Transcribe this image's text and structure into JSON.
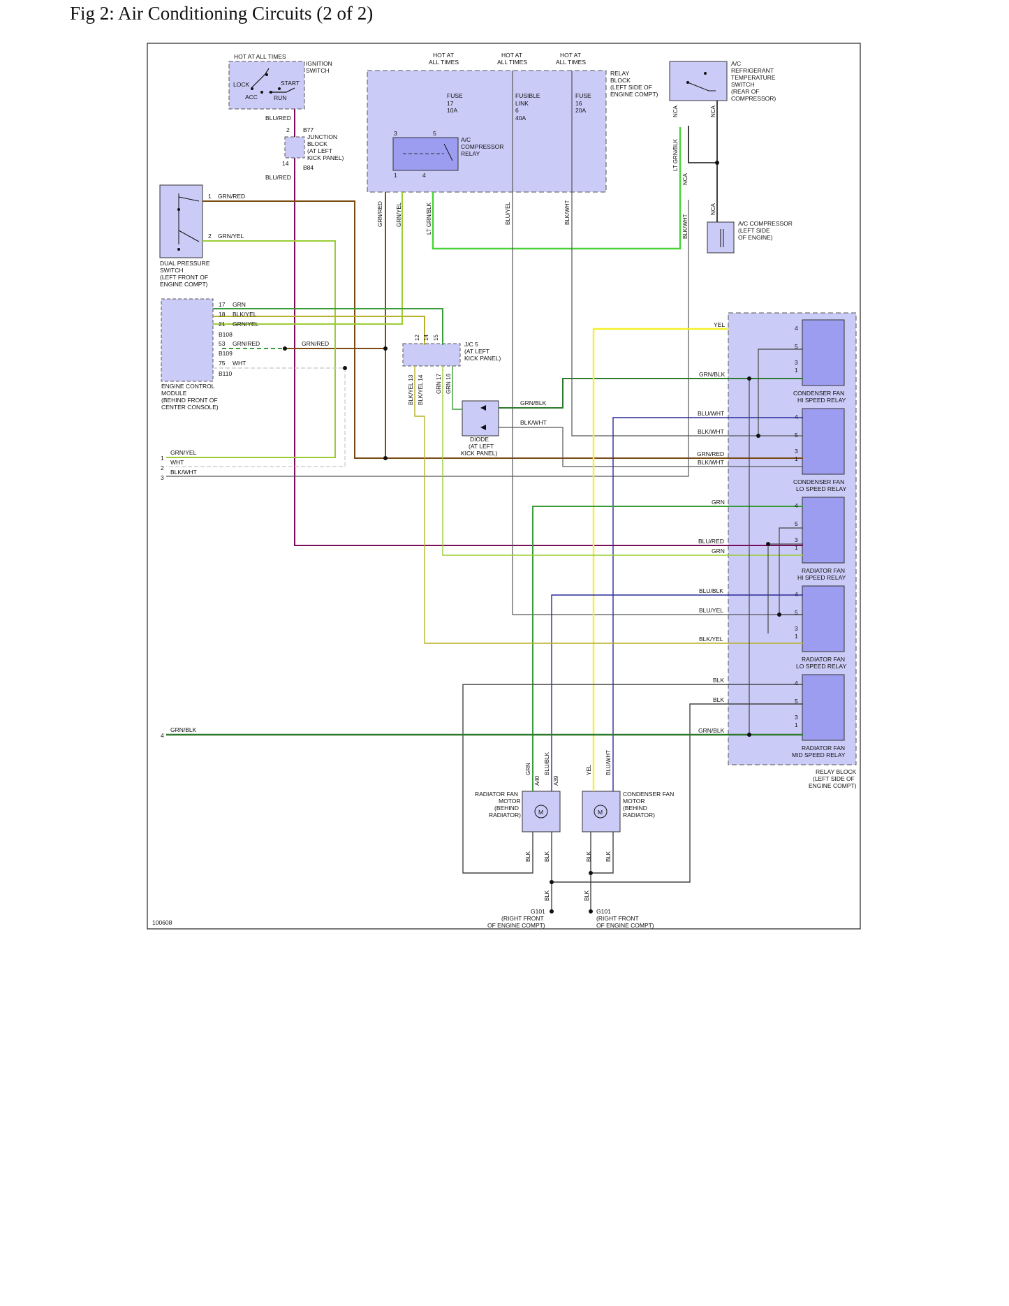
{
  "title": "Fig 2: Air Conditioning Circuits (2 of 2)",
  "figure_id": "100608",
  "power_labels": {
    "ign_hot": "HOT AT ALL TIMES",
    "hot_line1": "HOT AT",
    "hot_line2": "ALL TIMES"
  },
  "ignition_switch": {
    "title": [
      "IGNITION",
      "SWITCH"
    ],
    "positions": {
      "lock": "LOCK",
      "acc": "ACC",
      "run": "RUN",
      "start": "START"
    },
    "out_wire": "BLU/RED"
  },
  "junction_block": {
    "title": [
      "JUNCTION",
      "BLOCK",
      "(AT LEFT",
      "KICK PANEL)"
    ],
    "conn_in": "B77",
    "conn_out": "B84",
    "pin_in": "2",
    "pin_out": "14",
    "out_wire": "BLU/RED"
  },
  "relay_block_top": {
    "title": [
      "RELAY",
      "BLOCK",
      "(LEFT SIDE OF",
      "ENGINE COMPT)"
    ],
    "fuse17": [
      "FUSE",
      "17",
      "10A"
    ],
    "link6": [
      "FUSIBLE",
      "LINK",
      "6",
      "40A"
    ],
    "fuse16": [
      "FUSE",
      "16",
      "20A"
    ],
    "relay_title": [
      "A/C",
      "COMPRESSOR",
      "RELAY"
    ],
    "relay_pins": {
      "p3": "3",
      "p5": "5",
      "p1": "1",
      "p4": "4"
    }
  },
  "temp_switch": {
    "title": [
      "A/C",
      "REFRIGERANT",
      "TEMPERATURE",
      "SWITCH",
      "(REAR OF",
      "COMPRESSOR)"
    ],
    "nca": "NCA"
  },
  "compressor": {
    "title": [
      "A/C COMPRESSOR",
      "(LEFT SIDE",
      "OF ENGINE)"
    ]
  },
  "vertical_wires": {
    "grn_red": "GRN/RED",
    "grn_yel": "GRN/YEL",
    "lt_grn_blk": "LT GRN/BLK",
    "blu_yel": "BLU/YEL",
    "blk_wht": "BLK/WHT",
    "nca": "NCA"
  },
  "dual_switch": {
    "title": [
      "DUAL PRESSURE",
      "SWITCH",
      "(LEFT FRONT OF",
      "ENGINE COMPT)"
    ],
    "pins": [
      {
        "pin": "1",
        "wire": "GRN/RED"
      },
      {
        "pin": "2",
        "wire": "GRN/YEL"
      }
    ]
  },
  "ecm": {
    "title": [
      "ENGINE CONTROL",
      "MODULE",
      "(BEHIND FRONT OF",
      "CENTER CONSOLE)"
    ],
    "pins": [
      {
        "pin": "17",
        "wire": "GRN"
      },
      {
        "pin": "18",
        "wire": "BLK/YEL"
      },
      {
        "pin": "21",
        "wire": "GRN/YEL"
      },
      {
        "pin": "53",
        "wire": "GRN/RED"
      },
      {
        "pin": "75",
        "wire": "WHT"
      }
    ],
    "connectors": [
      "B108",
      "B109",
      "B110"
    ],
    "red_wire2": "GRN/RED"
  },
  "jc5": {
    "title": [
      "J/C 5",
      "(AT LEFT",
      "KICK PANEL)"
    ],
    "top_pins": [
      "12",
      "14",
      "15"
    ],
    "bottom": [
      "BLK/YEL 13",
      "BLK/YEL 14",
      "GRN 17",
      "GRN 16"
    ]
  },
  "diode": {
    "title": [
      "DIODE",
      "(AT LEFT",
      "KICK PANEL)"
    ],
    "wire_a": "GRN/BLK",
    "wire_b": "BLK/WHT"
  },
  "left_connector": {
    "rows": [
      {
        "pin": "1",
        "wire": "GRN/YEL"
      },
      {
        "pin": "2",
        "wire": "WHT"
      },
      {
        "pin": "3",
        "wire": "BLK/WHT"
      },
      {
        "pin": "4",
        "wire": "GRN/BLK"
      }
    ]
  },
  "relay_block_right": {
    "title": [
      "RELAY BLOCK",
      "(LEFT SIDE OF",
      "ENGINE COMPT)"
    ],
    "relays": [
      {
        "name": [
          "CONDENSER FAN",
          "HI SPEED RELAY"
        ],
        "wires": [
          "YEL",
          "GRN/BLK"
        ]
      },
      {
        "name": [
          "CONDENSER FAN",
          "LO SPEED RELAY"
        ],
        "wires": [
          "BLU/WHT",
          "BLK/WHT",
          "GRN/RED",
          "BLK/WHT"
        ]
      },
      {
        "name": [
          "RADIATOR FAN",
          "HI SPEED RELAY"
        ],
        "wires": [
          "GRN",
          "BLU/RED",
          "GRN"
        ]
      },
      {
        "name": [
          "RADIATOR FAN",
          "LO SPEED RELAY"
        ],
        "wires": [
          "BLU/BLK",
          "BLU/YEL",
          "BLK/YEL"
        ]
      },
      {
        "name": [
          "RADIATOR FAN",
          "MID SPEED RELAY"
        ],
        "wires": [
          "BLK",
          "BLK",
          "GRN/BLK"
        ]
      }
    ],
    "pins": [
      "4",
      "5",
      "3",
      "1"
    ]
  },
  "motors": {
    "radiator": {
      "title": [
        "RADIATOR FAN",
        "MOTOR",
        "(BEHIND",
        "RADIATOR)"
      ],
      "top": [
        "GRN",
        "BLU/BLK"
      ],
      "bottom": [
        "BLK",
        "BLK"
      ],
      "conn": [
        "A40",
        "A39"
      ]
    },
    "condenser": {
      "title": [
        "CONDENSER FAN",
        "MOTOR",
        "(BEHIND",
        "RADIATOR)"
      ],
      "top": [
        "YEL",
        "BLU/WHT"
      ],
      "bottom": [
        "BLK",
        "BLK"
      ]
    },
    "m": "M"
  },
  "grounds": {
    "left": [
      "G101",
      "(RIGHT FRONT",
      "OF ENGINE COMPT)"
    ],
    "right": [
      "G101",
      "(RIGHT FRONT",
      "OF ENGINE COMPT)"
    ],
    "wire": "BLK"
  },
  "colors": {
    "component_fill": "#cbcbf7",
    "relay_fill": "#9c9cf0",
    "grn_red": "#7a4b12",
    "grn_yel": "#9acd32",
    "grn": "#3a9b3a",
    "lt_grn": "#4bd23b",
    "blu_red": "#7a0c5c",
    "yel": "#f4f02a",
    "blu": "#2a2a9a",
    "gray": "#555555"
  }
}
